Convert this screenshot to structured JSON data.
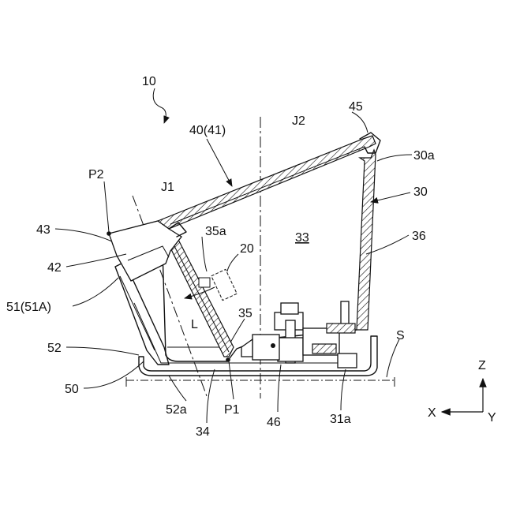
{
  "figure": {
    "labels": {
      "device": "10",
      "lid": "40(41)",
      "axis_j1": "J1",
      "axis_j2": "J2",
      "hinge": "45",
      "rim": "30a",
      "body": "30",
      "point_p2": "P2",
      "lid_edge": "43",
      "lid_tab": "42",
      "guide": "51(51A)",
      "base_wall": "52",
      "base": "50",
      "base_foot": "52a",
      "point_p1": "P1",
      "chamber": "34",
      "actuator": "46",
      "bottom_rib": "31a",
      "wall": "36",
      "surface": "S",
      "inner_wall": "35",
      "inner_wall_top": "35a",
      "sensor": "20",
      "space": "33",
      "length": "L",
      "axis_z": "Z",
      "axis_x": "X",
      "axis_y": "Y"
    }
  }
}
